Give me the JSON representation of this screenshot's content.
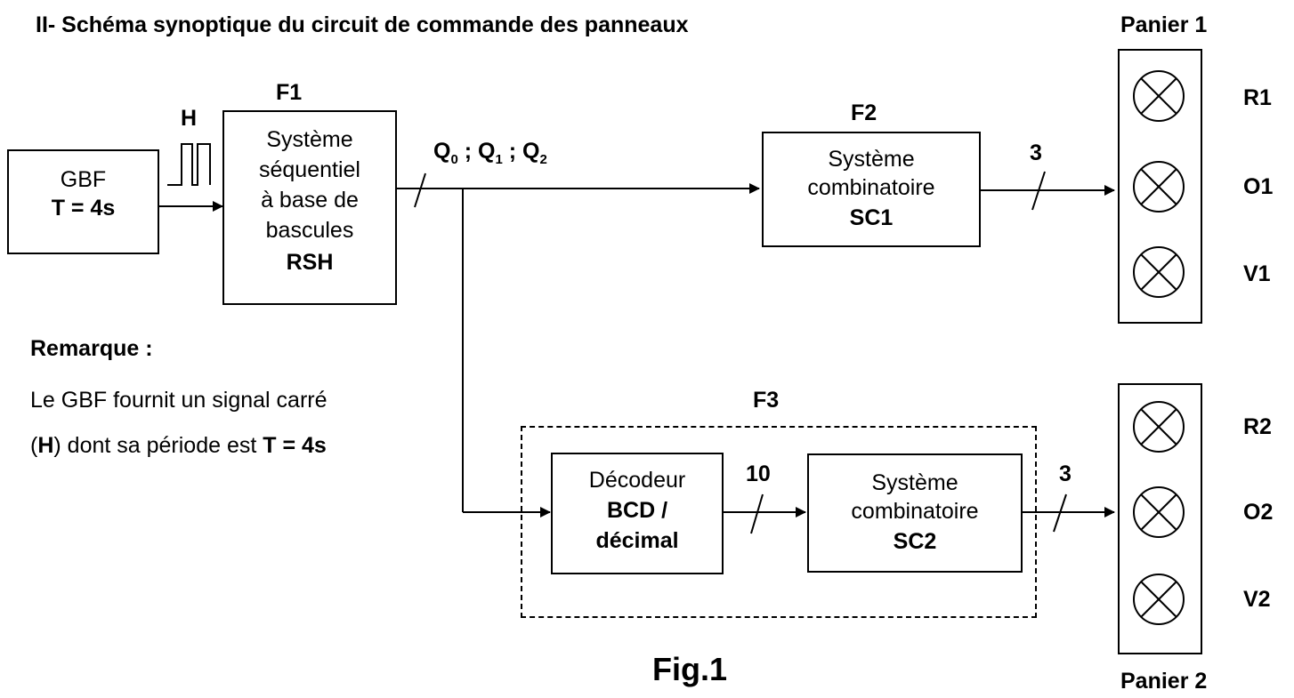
{
  "title": "II- Schéma synoptique du circuit de commande des panneaux",
  "figure_caption": "Fig.1",
  "clock_label": "H",
  "bus_label": {
    "main": "Q",
    "s0": "0",
    "s1": "1",
    "s2": "2",
    "sep": " ; "
  },
  "bus_width_sc1": "3",
  "bus_width_decoder": "10",
  "bus_width_sc2": "3",
  "gbf": {
    "name": "GBF",
    "period": "T = 4s"
  },
  "f1": {
    "label": "F1",
    "lines": [
      "Système",
      "séquentiel",
      "à base de",
      "bascules"
    ],
    "name": "RSH"
  },
  "f2": {
    "label": "F2",
    "lines": [
      "Système",
      "combinatoire"
    ],
    "name": "SC1"
  },
  "f3": {
    "label": "F3"
  },
  "decoder": {
    "line1": "Décodeur",
    "line2": "BCD /",
    "line3": "décimal"
  },
  "sc2": {
    "line1": "Système",
    "line2": "combinatoire",
    "line3": "SC2"
  },
  "panier1": {
    "title": "Panier 1",
    "lamps": [
      "R1",
      "O1",
      "V1"
    ]
  },
  "panier2": {
    "title": "Panier 2",
    "lamps": [
      "R2",
      "O2",
      "V2"
    ]
  },
  "remark": {
    "heading": "Remarque :",
    "line1": "Le GBF fournit un signal carré",
    "line2_open": "(",
    "line2_h": "H",
    "line2_mid": ") dont sa période est ",
    "line2_t": "T = 4s"
  }
}
